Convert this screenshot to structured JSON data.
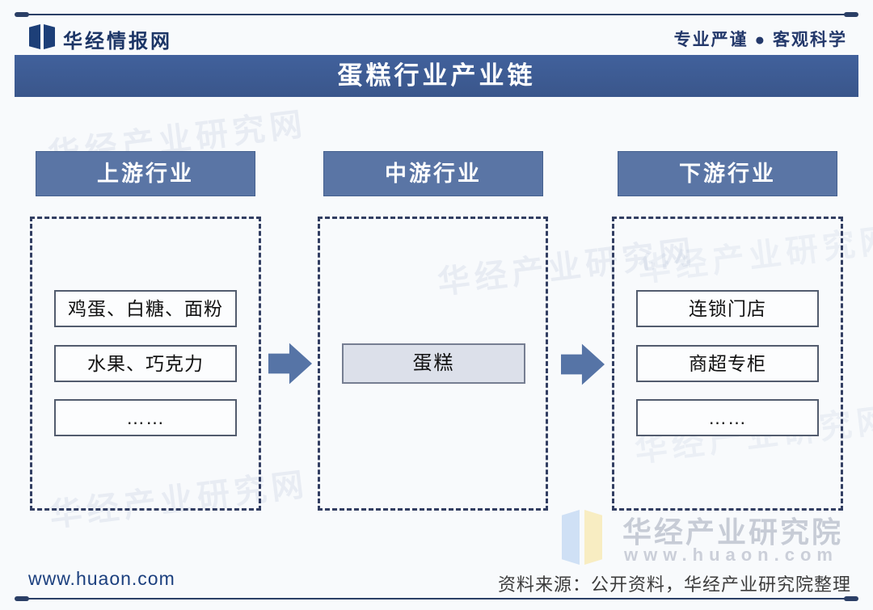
{
  "brand": {
    "site_name": "华经情报网",
    "tagline": "专业严谨 ● 客观科学",
    "logo_icon": "open-book-logo"
  },
  "banner": {
    "title": "蛋糕行业产业链"
  },
  "columns": [
    {
      "header": "上游行业",
      "items": [
        "鸡蛋、白糖、面粉",
        "水果、巧克力",
        "……"
      ]
    },
    {
      "header": "中游行业",
      "items": [
        "蛋糕"
      ]
    },
    {
      "header": "下游行业",
      "items": [
        "连锁门店",
        "商超专柜",
        "……"
      ]
    }
  ],
  "arrows": [
    "upstream-to-midstream",
    "midstream-to-downstream"
  ],
  "watermark": {
    "diagonal_text": "华经产业研究网",
    "brand_name": "华经产业研究院",
    "brand_url": "www.huaon.com",
    "logo_icon": "open-book-logo"
  },
  "footer": {
    "website": "www.huaon.com",
    "source": "资料来源：公开资料，华经产业研究院整理"
  },
  "colors": {
    "banner_blue": "#3b5a8f",
    "header_blue": "#5a75a5",
    "arrow_blue": "#5674a6",
    "dashed_border": "#323e62",
    "navy_text": "#1c3566",
    "rule_navy": "#2b3f66",
    "midbox_fill": "#dce0ea"
  }
}
